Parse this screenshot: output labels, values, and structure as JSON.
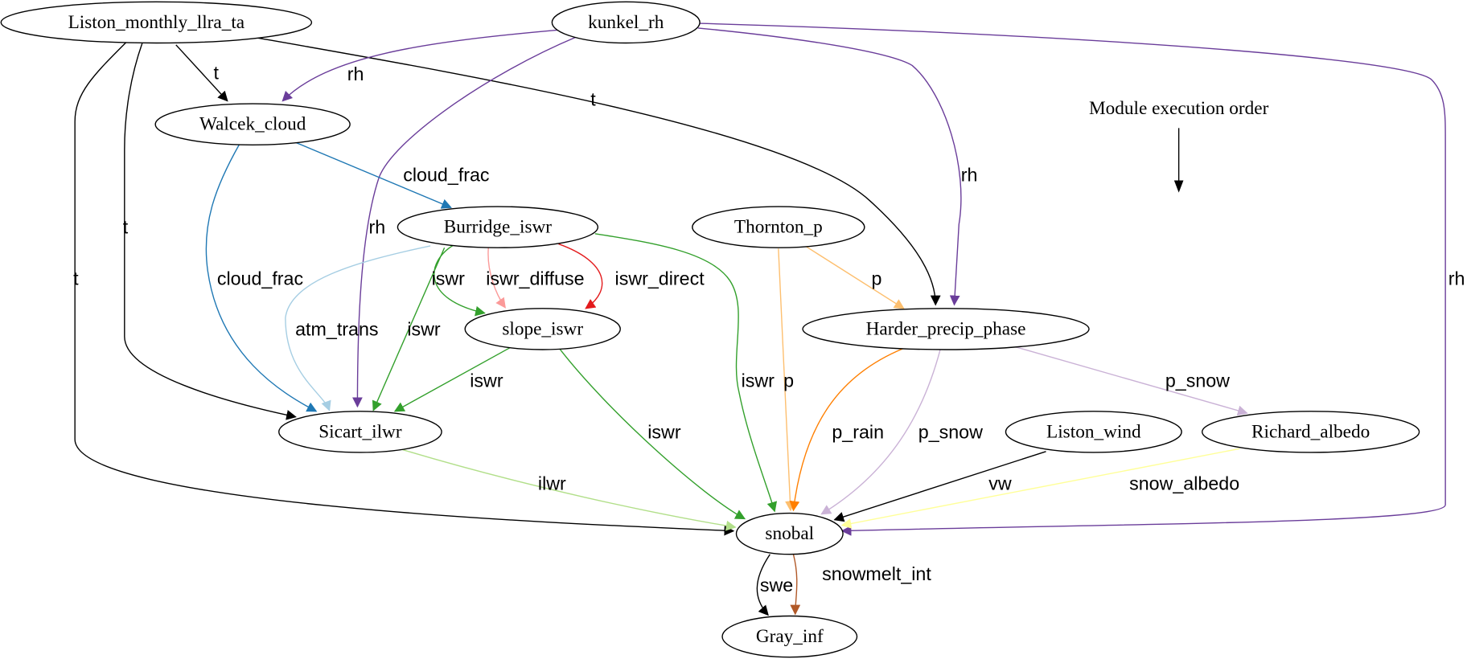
{
  "legend": {
    "label": "Module execution order"
  },
  "nodes": [
    {
      "id": "Liston_monthly_llra_ta",
      "label": "Liston_monthly_llra_ta"
    },
    {
      "id": "kunkel_rh",
      "label": "kunkel_rh"
    },
    {
      "id": "Walcek_cloud",
      "label": "Walcek_cloud"
    },
    {
      "id": "Burridge_iswr",
      "label": "Burridge_iswr"
    },
    {
      "id": "Thornton_p",
      "label": "Thornton_p"
    },
    {
      "id": "slope_iswr",
      "label": "slope_iswr"
    },
    {
      "id": "Harder_precip_phase",
      "label": "Harder_precip_phase"
    },
    {
      "id": "Sicart_ilwr",
      "label": "Sicart_ilwr"
    },
    {
      "id": "Liston_wind",
      "label": "Liston_wind"
    },
    {
      "id": "Richard_albedo",
      "label": "Richard_albedo"
    },
    {
      "id": "snobal",
      "label": "snobal"
    },
    {
      "id": "Gray_inf",
      "label": "Gray_inf"
    }
  ],
  "edges": [
    {
      "from": "Liston_monthly_llra_ta",
      "to": "Walcek_cloud",
      "label": "t",
      "color": "#000000"
    },
    {
      "from": "Liston_monthly_llra_ta",
      "to": "Harder_precip_phase",
      "label": "t",
      "color": "#000000"
    },
    {
      "from": "Liston_monthly_llra_ta",
      "to": "Sicart_ilwr",
      "label": "t",
      "color": "#000000"
    },
    {
      "from": "Liston_monthly_llra_ta",
      "to": "snobal",
      "label": "t",
      "color": "#000000"
    },
    {
      "from": "kunkel_rh",
      "to": "Walcek_cloud",
      "label": "rh",
      "color": "#6a3d9a"
    },
    {
      "from": "kunkel_rh",
      "to": "Sicart_ilwr",
      "label": "rh",
      "color": "#6a3d9a"
    },
    {
      "from": "kunkel_rh",
      "to": "Harder_precip_phase",
      "label": "rh",
      "color": "#6a3d9a"
    },
    {
      "from": "kunkel_rh",
      "to": "snobal",
      "label": "rh",
      "color": "#6a3d9a"
    },
    {
      "from": "Walcek_cloud",
      "to": "Burridge_iswr",
      "label": "cloud_frac",
      "color": "#1f78b4"
    },
    {
      "from": "Walcek_cloud",
      "to": "Sicart_ilwr",
      "label": "cloud_frac",
      "color": "#1f78b4"
    },
    {
      "from": "Burridge_iswr",
      "to": "Sicart_ilwr",
      "label": "atm_trans",
      "color": "#a6cee3"
    },
    {
      "from": "Burridge_iswr",
      "to": "Sicart_ilwr",
      "label": "iswr",
      "color": "#33a02c"
    },
    {
      "from": "Burridge_iswr",
      "to": "slope_iswr",
      "label": "iswr",
      "color": "#33a02c"
    },
    {
      "from": "Burridge_iswr",
      "to": "slope_iswr",
      "label": "iswr_diffuse",
      "color": "#fb9a99"
    },
    {
      "from": "Burridge_iswr",
      "to": "slope_iswr",
      "label": "iswr_direct",
      "color": "#e31a1c"
    },
    {
      "from": "Burridge_iswr",
      "to": "snobal",
      "label": "iswr",
      "color": "#33a02c"
    },
    {
      "from": "slope_iswr",
      "to": "Sicart_ilwr",
      "label": "iswr",
      "color": "#33a02c"
    },
    {
      "from": "slope_iswr",
      "to": "snobal",
      "label": "iswr",
      "color": "#33a02c"
    },
    {
      "from": "Sicart_ilwr",
      "to": "snobal",
      "label": "ilwr",
      "color": "#b2df8a"
    },
    {
      "from": "Thornton_p",
      "to": "snobal",
      "label": "p",
      "color": "#fdbf6f"
    },
    {
      "from": "Thornton_p",
      "to": "Harder_precip_phase",
      "label": "p",
      "color": "#fdbf6f"
    },
    {
      "from": "Harder_precip_phase",
      "to": "snobal",
      "label": "p_rain",
      "color": "#ff7f00"
    },
    {
      "from": "Harder_precip_phase",
      "to": "snobal",
      "label": "p_snow",
      "color": "#cab2d6"
    },
    {
      "from": "Harder_precip_phase",
      "to": "Richard_albedo",
      "label": "p_snow",
      "color": "#cab2d6"
    },
    {
      "from": "Liston_wind",
      "to": "snobal",
      "label": "vw",
      "color": "#000000"
    },
    {
      "from": "Richard_albedo",
      "to": "snobal",
      "label": "snow_albedo",
      "color": "#ffff99"
    },
    {
      "from": "snobal",
      "to": "Gray_inf",
      "label": "swe",
      "color": "#000000"
    },
    {
      "from": "snobal",
      "to": "Gray_inf",
      "label": "snowmelt_int",
      "color": "#b15928"
    }
  ]
}
